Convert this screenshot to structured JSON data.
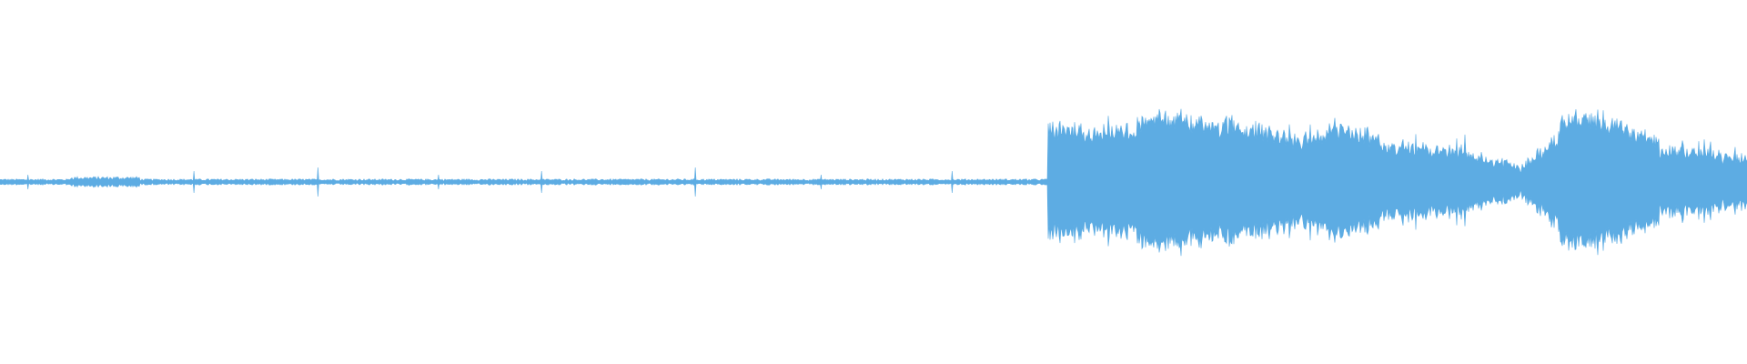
{
  "waveform": {
    "color": "#5DACE3",
    "background": "#FFFFFF",
    "segments": [
      {
        "from": 0.0,
        "to": 0.6,
        "kind": "quiet",
        "level": 0.018
      },
      {
        "from": 0.6,
        "to": 0.625,
        "kind": "loud",
        "level": 0.7
      },
      {
        "from": 0.625,
        "to": 0.65,
        "kind": "loud",
        "level": 0.62
      },
      {
        "from": 0.65,
        "to": 0.663,
        "kind": "loud",
        "level": 0.72
      },
      {
        "from": 0.663,
        "to": 0.68,
        "kind": "loud",
        "level": 0.9
      },
      {
        "from": 0.68,
        "to": 0.71,
        "kind": "loud",
        "level": 0.8
      },
      {
        "from": 0.71,
        "to": 0.74,
        "kind": "loud",
        "level": 0.7
      },
      {
        "from": 0.74,
        "to": 0.76,
        "kind": "loud",
        "level": 0.5
      },
      {
        "from": 0.76,
        "to": 0.79,
        "kind": "loud",
        "level": 0.72
      },
      {
        "from": 0.79,
        "to": 0.84,
        "kind": "loud",
        "level": 0.46
      },
      {
        "from": 0.84,
        "to": 0.87,
        "kind": "loud",
        "level": 0.3
      },
      {
        "from": 0.87,
        "to": 0.893,
        "kind": "loud",
        "level": 0.1
      },
      {
        "from": 0.893,
        "to": 0.92,
        "kind": "loud",
        "level": 0.88
      },
      {
        "from": 0.92,
        "to": 0.95,
        "kind": "loud",
        "level": 0.74
      },
      {
        "from": 0.95,
        "to": 0.985,
        "kind": "loud",
        "level": 0.4
      },
      {
        "from": 0.985,
        "to": 1.0,
        "kind": "loud",
        "level": 0.28
      }
    ],
    "transients": [
      0.016,
      0.111,
      0.182,
      0.251,
      0.31,
      0.398,
      0.47,
      0.545
    ]
  }
}
